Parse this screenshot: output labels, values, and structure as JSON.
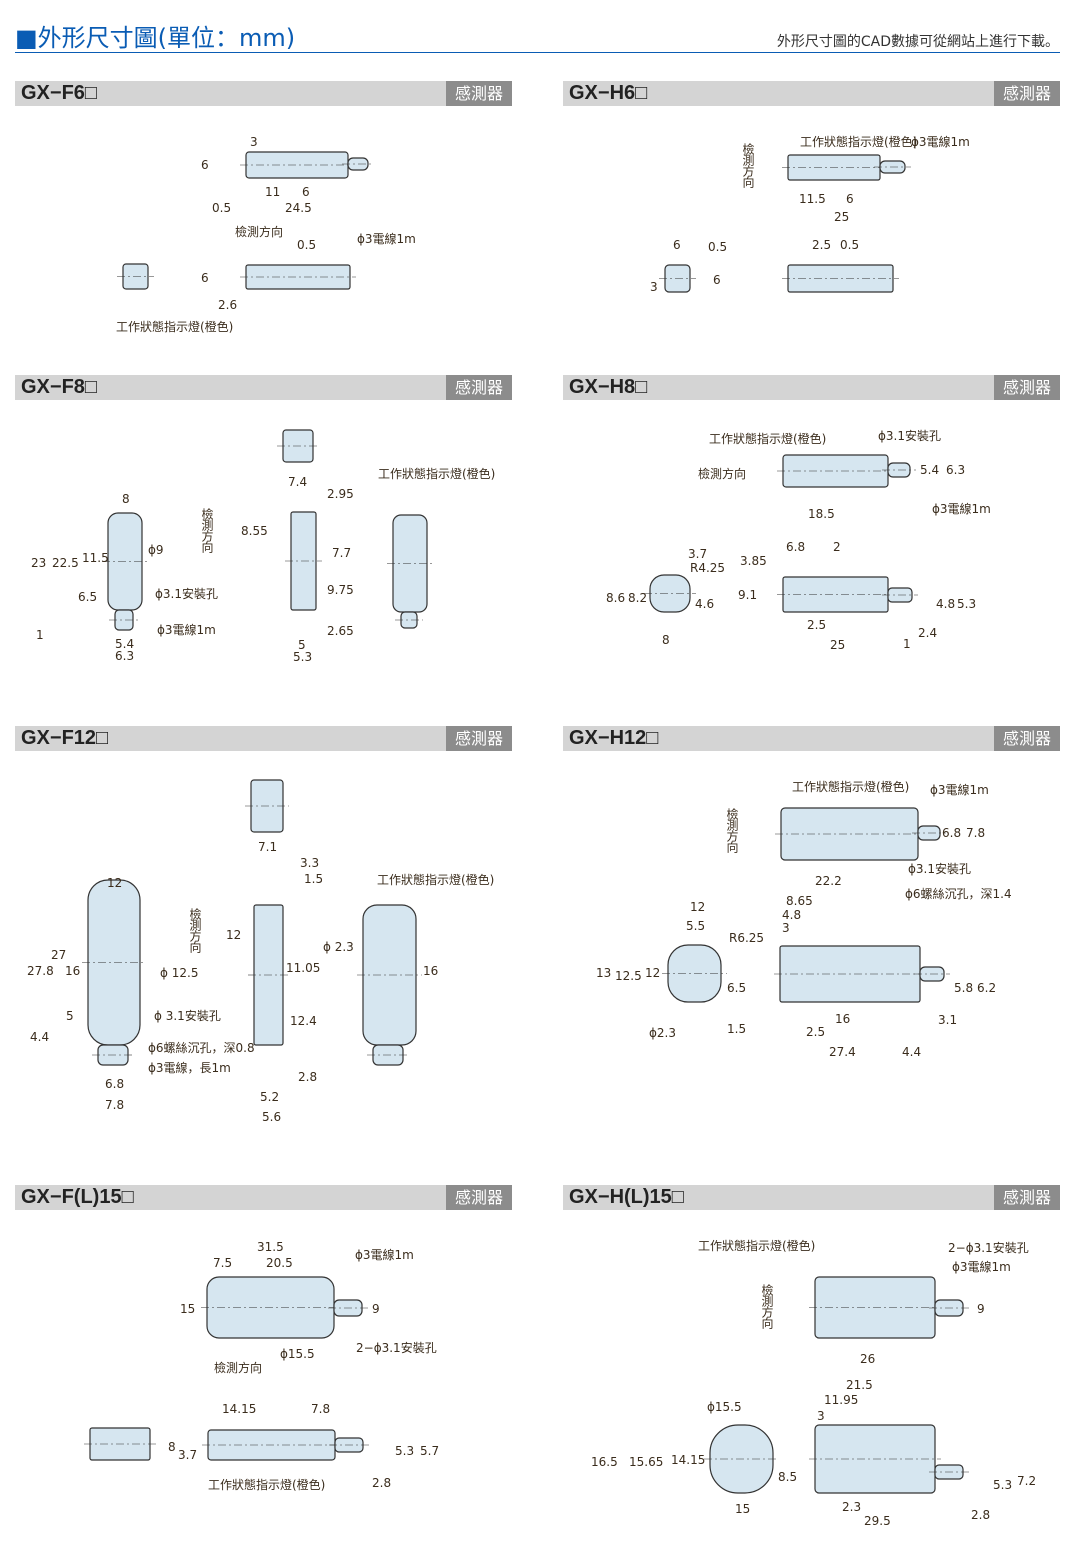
{
  "title": "■外形尺寸圖(單位：mm)",
  "note": "外形尺寸圖的CAD數據可從網站上進行下載。",
  "colors": {
    "accent": "#0a5cb4",
    "body_fill": "#d6e6f0",
    "header_bg": "#d4d4d4",
    "badge_bg": "#8c8c8c"
  },
  "panels": [
    {
      "model": "GX−F6□",
      "badge": "感測器",
      "labels": [
        "3",
        "6",
        "11",
        "6",
        "0.5",
        "24.5",
        "檢測方向",
        "0.5",
        "ϕ3電線1m",
        "6",
        "2.6",
        "工作狀態指示燈(橙色)"
      ]
    },
    {
      "model": "GX−H6□",
      "badge": "感測器",
      "labels": [
        "檢測方向",
        "工作狀態指示燈(橙色)",
        "ϕ3電線1m",
        "11.5",
        "6",
        "25",
        "6",
        "0.5",
        "3",
        "6",
        "2.5",
        "0.5"
      ]
    },
    {
      "model": "GX−F8□",
      "badge": "感測器",
      "labels": [
        "8",
        "23",
        "22.5",
        "11.5",
        "6.5",
        "1",
        "ϕ9",
        "ϕ3.1安裝孔",
        "ϕ3電線1m",
        "5.4",
        "6.3",
        "檢測方向",
        "8.55",
        "7.4",
        "2.95",
        "7.7",
        "9.75",
        "2.65",
        "5",
        "5.3",
        "工作狀態指示燈(橙色)"
      ]
    },
    {
      "model": "GX−H8□",
      "badge": "感測器",
      "labels": [
        "工作狀態指示燈(橙色)",
        "ϕ3.1安裝孔",
        "檢測方向",
        "5.4",
        "6.3",
        "ϕ3電線1m",
        "18.5",
        "3.7",
        "R4.25",
        "8.6",
        "8.2",
        "4.6",
        "8",
        "3.85",
        "6.8",
        "2",
        "9.1",
        "4.8",
        "5.3",
        "2.5",
        "2.4",
        "25",
        "1"
      ]
    },
    {
      "model": "GX−F12□",
      "badge": "感測器",
      "labels": [
        "12",
        "27",
        "27.8",
        "16",
        "5",
        "4.4",
        "ϕ 12.5",
        "ϕ 3.1安裝孔",
        "ϕ6螺絲沉孔，深0.8",
        "ϕ3電線，長1m",
        "6.8",
        "7.8",
        "檢測方向",
        "12",
        "7.1",
        "3.3",
        "1.5",
        "11.05",
        "12.4",
        "2.8",
        "5.2",
        "5.6",
        "工作狀態指示燈(橙色)",
        "ϕ 2.3",
        "16"
      ]
    },
    {
      "model": "GX−H12□",
      "badge": "感測器",
      "labels": [
        "工作狀態指示燈(橙色)",
        "ϕ3電線1m",
        "檢測方向",
        "6.8",
        "7.8",
        "ϕ3.1安裝孔",
        "22.2",
        "ϕ6螺絲沉孔，深1.4",
        "12",
        "5.5",
        "R6.25",
        "13",
        "12.5",
        "12",
        "6.5",
        "ϕ2.3",
        "1.5",
        "8.65",
        "4.8",
        "3",
        "16",
        "2.5",
        "27.4",
        "4.4",
        "5.8",
        "6.2",
        "3.1"
      ]
    },
    {
      "model": "GX−F(L)15□",
      "badge": "感測器",
      "labels": [
        "31.5",
        "7.5",
        "20.5",
        "ϕ3電線1m",
        "15",
        "9",
        "ϕ15.5",
        "2−ϕ3.1安裝孔",
        "檢測方向",
        "14.15",
        "7.8",
        "8",
        "3.7",
        "5.3",
        "5.7",
        "2.8",
        "工作狀態指示燈(橙色)"
      ]
    },
    {
      "model": "GX−H(L)15□",
      "badge": "感測器",
      "labels": [
        "工作狀態指示燈(橙色)",
        "2−ϕ3.1安裝孔",
        "ϕ3電線1m",
        "檢測方向",
        "9",
        "26",
        "21.5",
        "11.95",
        "3",
        "ϕ15.5",
        "16.5",
        "15.65",
        "14.15",
        "8.5",
        "15",
        "2.3",
        "29.5",
        "5.3",
        "7.2",
        "2.8"
      ]
    }
  ]
}
